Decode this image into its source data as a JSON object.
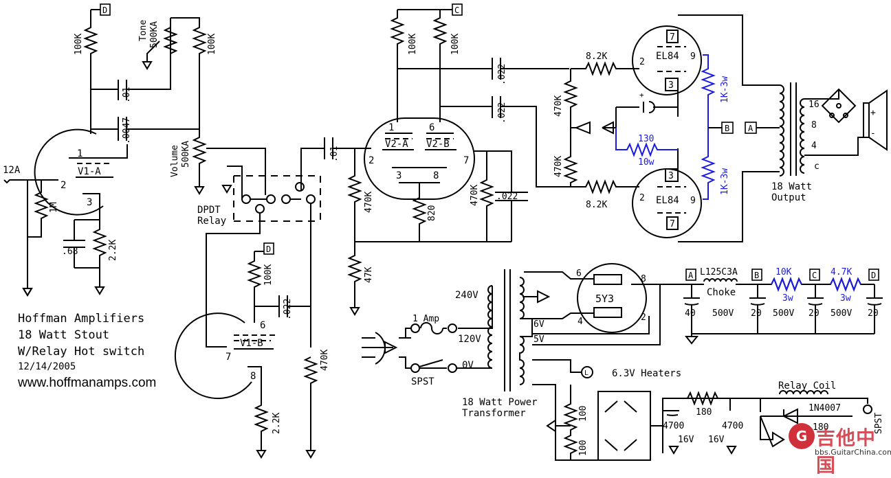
{
  "credits": {
    "line1": "Hoffman Amplifiers",
    "line2": "18 Watt Stout",
    "line3": "W/Relay Hot switch",
    "date": "12/14/2005",
    "url": "www.hoffmanamps.com"
  },
  "tubes": {
    "v1a": "V1-A",
    "v1b": "V1-B",
    "v2a": "V2-A",
    "v2b": "V2-B",
    "el84_top": "EL84",
    "el84_bot": "EL84",
    "rect": "5Y3"
  },
  "pins": {
    "p1": "1",
    "p2": "2",
    "p3": "3",
    "p6": "6",
    "p7": "7",
    "p8": "8",
    "p9": "9",
    "p4": "4"
  },
  "nodes": {
    "a": "A",
    "b": "B",
    "c": "C",
    "d": "D"
  },
  "resistors": {
    "r100k": "100K",
    "r1m": "1M",
    "r22k": "2.2K",
    "r470k": "470K",
    "r47k": "47K",
    "r820": "820",
    "r82k": "8.2K",
    "r1k3w": "1K-3w",
    "r130": "130",
    "r10w": "10w",
    "r10k": "10K",
    "r47kohm": "4.7K",
    "r3w": "3w",
    "r180": "180",
    "r100": "100"
  },
  "caps": {
    "c01": ".01",
    "c0047": ".0047",
    "c022": ".022",
    "c68": ".68",
    "c40": "40",
    "c20": "20",
    "c500v": "500V",
    "c4700": "4700",
    "c16v": "16V"
  },
  "pots": {
    "tone": "Tone",
    "tone_val": "500KA",
    "vol": "Volume",
    "vol_val": "500KA"
  },
  "labels": {
    "input": "12A",
    "dpdt": "DPDT",
    "relay": "Relay",
    "output1": "18 Watt",
    "output2": "Output",
    "choke_part": "L125C3A",
    "choke": "Choke",
    "v240": "240V",
    "v120": "120V",
    "v0": "0V",
    "fuse": "1 Amp",
    "spst": "SPST",
    "spst2": "SPST",
    "heaters": "6.3V Heaters",
    "v6": "6V",
    "v5": "5V",
    "pt1": "18 Watt Power",
    "pt2": "Transformer",
    "relay_coil": "Relay Coil",
    "diode": "1N4007",
    "imp16": "16",
    "imp8": "8",
    "imp4": "4",
    "impc": "c",
    "plus": "+",
    "minus": "-"
  },
  "watermark": {
    "logo": "G",
    "cn": "吉他中国",
    "en": "bbs.GuitarChina.com"
  }
}
